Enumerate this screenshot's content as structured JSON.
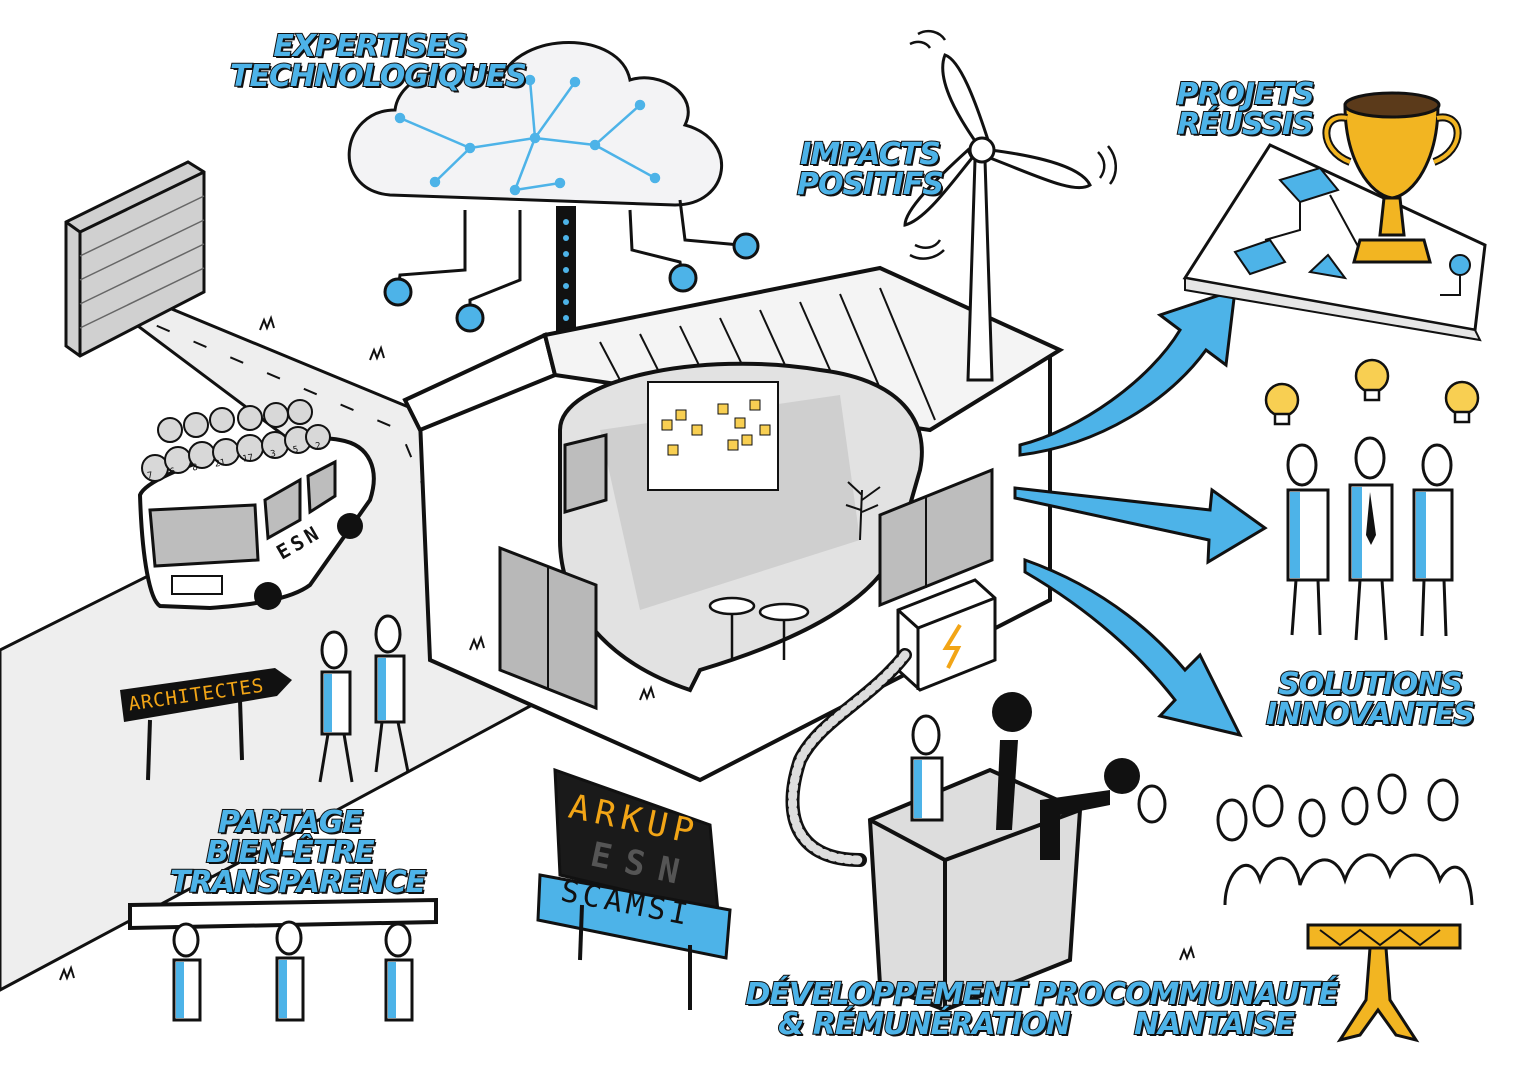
{
  "labels": {
    "expertises": [
      "EXPERTISES",
      "TECHNOLOGIQUES"
    ],
    "impacts": [
      "IMPACTS",
      "POSITIFS"
    ],
    "projets": [
      "PROJETS",
      "RÉUSSIS"
    ],
    "solutions": [
      "SOLUTIONS",
      "INNOVANTES"
    ],
    "partage": [
      "PARTAGE",
      "BIEN-ÊTRE",
      "TRANSPARENCE"
    ],
    "developpement": [
      "DÉVELOPPEMENT PRO",
      "& RÉMUNÉRATION"
    ],
    "communaute": [
      "COMMUNAUTÉ",
      "NANTAISE"
    ]
  },
  "signs": {
    "architectes": "ARCHITECTES",
    "bus": "ESN",
    "board_top": "ARKUP",
    "board_mid": "ESN",
    "board_ribbon": "SCAMSI"
  },
  "bus_numbers": [
    "7",
    "6",
    "8",
    "21",
    "17",
    "3",
    "5",
    "2"
  ],
  "colors": {
    "accent_blue": "#4db3e8",
    "label_outline": "#111111",
    "sign_orange": "#f2a516",
    "trophy_gold": "#f2b522",
    "bulb_yellow": "#f8cf52",
    "wall_gray": "#cfcfcf",
    "interior_gray": "#d6d6d6"
  },
  "icons": {
    "cloud": "cloud-network-icon",
    "turbine": "wind-turbine-icon",
    "trophy": "trophy-icon",
    "bulbs": "light-bulb-icon",
    "crane": "crane-icon",
    "power": "lightning-box-icon"
  }
}
